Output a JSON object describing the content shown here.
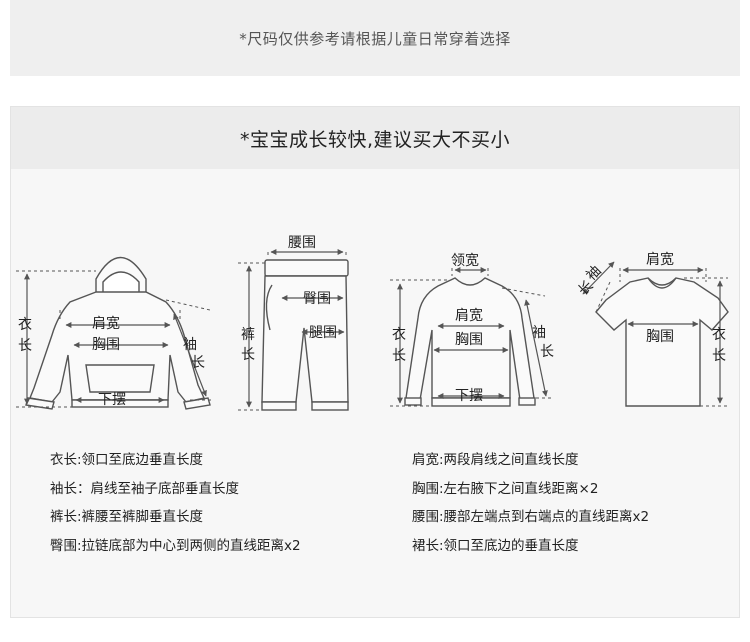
{
  "notice": "*尺码仅供参考请根据儿童日常穿着选择",
  "card_title": "*宝宝成长较快,建议买大不买小",
  "labels": {
    "shoulder": "肩宽",
    "chest": "胸围",
    "hem": "下摆",
    "waist": "腰围",
    "hip": "臀围",
    "thigh": "腿围",
    "collar": "领宽",
    "length_chars": [
      "衣",
      "长"
    ],
    "sleeve_chars": [
      "袖",
      "长"
    ],
    "pants_chars": [
      "裤",
      "长"
    ]
  },
  "definitions_left": [
    "衣长:领口至底边垂直长度",
    "袖长：肩线至袖子底部垂直长度",
    "裤长:裤腰至裤脚垂直长度",
    "臀围:拉链底部为中心到两侧的直线距离x2"
  ],
  "definitions_right": [
    "肩宽:两段肩线之间直线长度",
    "胸围:左右腋下之间直线距离×2",
    "腰围:腰部左端点到右端点的直线距离x2",
    "裙长:领口至底边的垂直长度"
  ],
  "colors": {
    "line": "#555555",
    "fill": "#fafafa",
    "banner": "#efefef"
  }
}
